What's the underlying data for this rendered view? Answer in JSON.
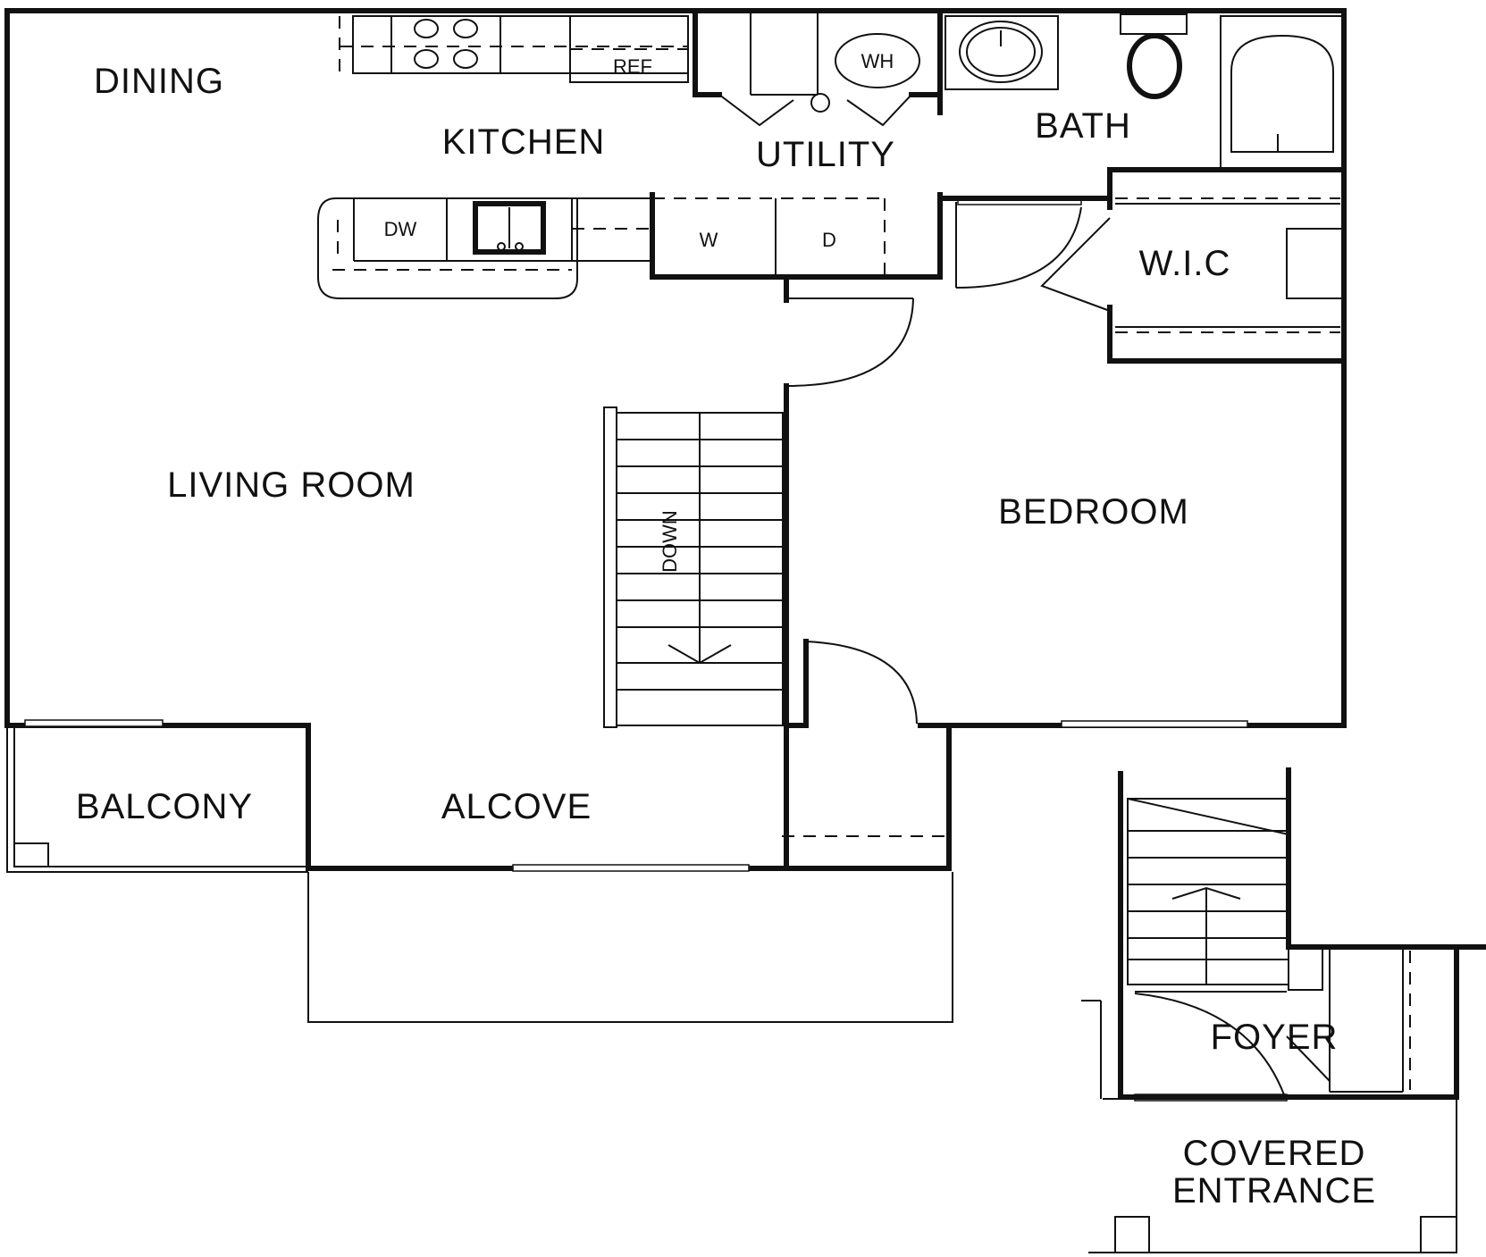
{
  "rooms": {
    "dining": "DINING",
    "kitchen": "KITCHEN",
    "utility": "UTILITY",
    "bath": "BATH",
    "wic": "W.I.C",
    "living_room": "LIVING ROOM",
    "bedroom": "BEDROOM",
    "balcony": "BALCONY",
    "alcove": "ALCOVE",
    "foyer": "FOYER",
    "covered_entrance_line1": "COVERED",
    "covered_entrance_line2": "ENTRANCE"
  },
  "fixtures": {
    "refrigerator": "REF",
    "water_heater": "WH",
    "dishwasher": "DW",
    "washer": "W",
    "dryer": "D",
    "stairs_direction": "DOWN"
  }
}
